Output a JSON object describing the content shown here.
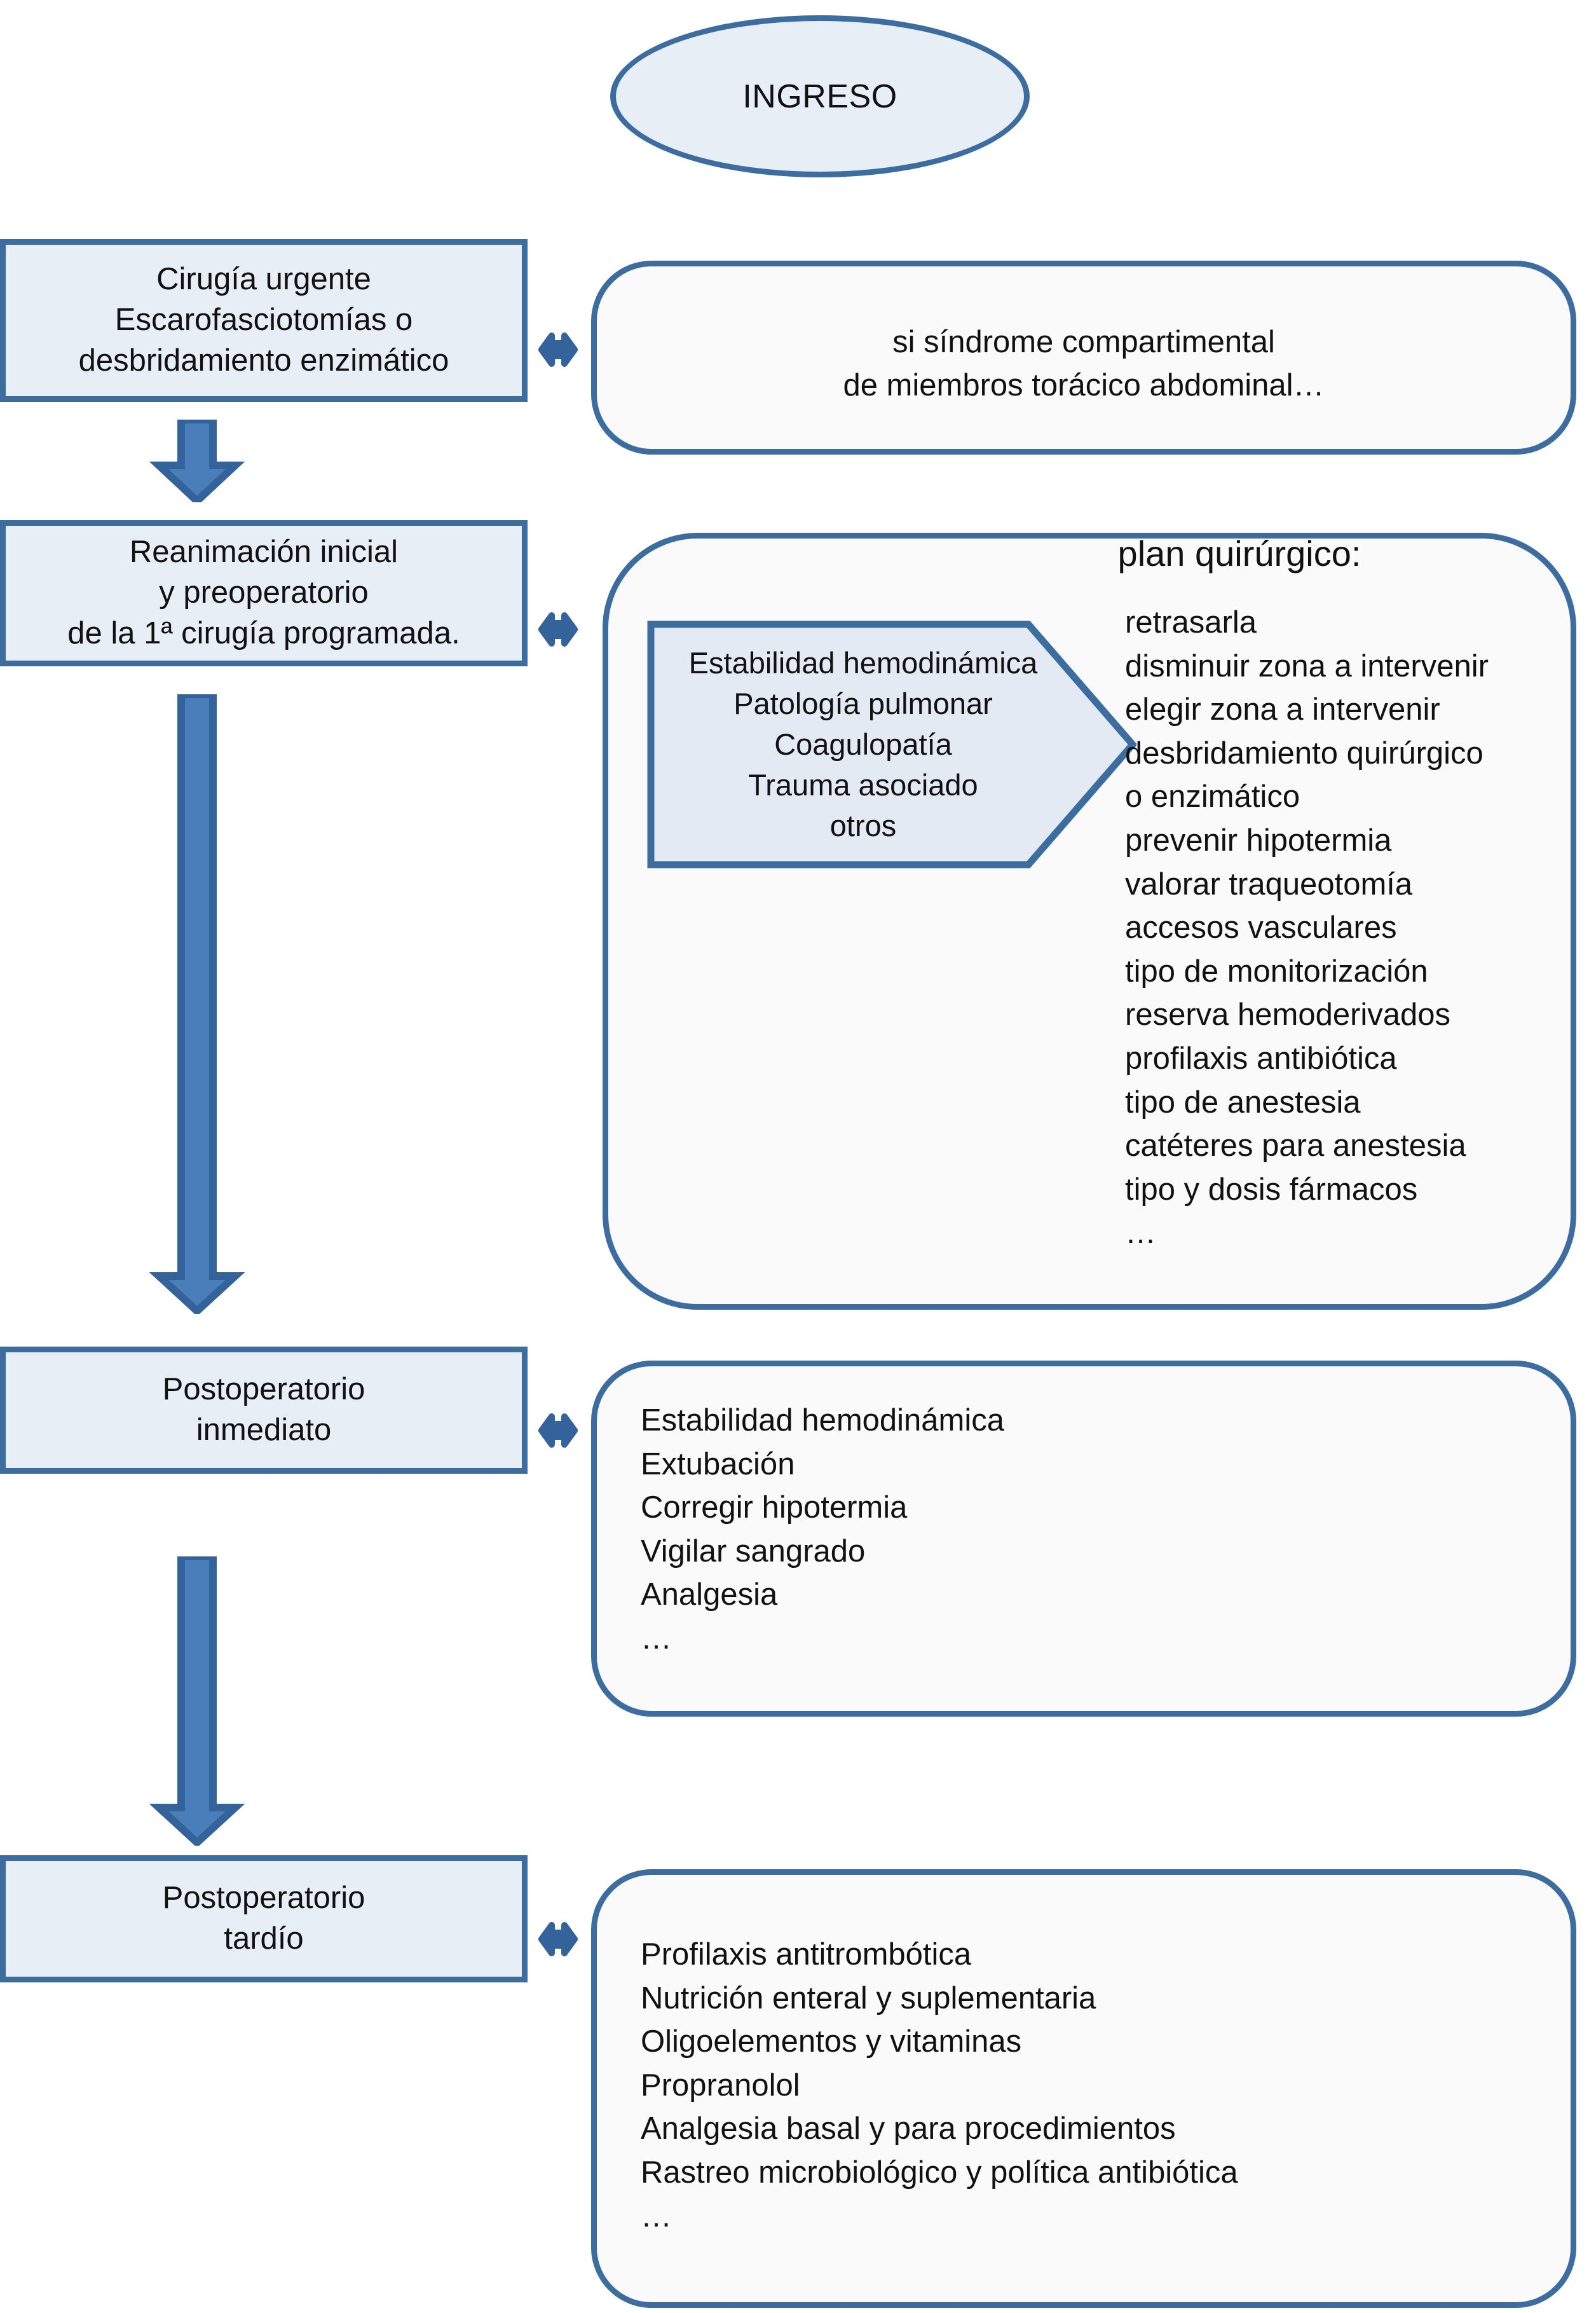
{
  "diagram": {
    "title_node": {
      "label": "INGRESO"
    },
    "colors": {
      "node_fill": "#e8eef6",
      "node_border": "#3c6d9e",
      "detail_fill": "#fafafa",
      "arrow_fill": "#4a7ebb",
      "arrow_outline": "#33639a",
      "chevron_fill": "#e3eaf3",
      "text": "#111111"
    },
    "stages": [
      {
        "id": "cirugia-urgente",
        "label": "Cirugía urgente\nEscarofasciotomías o\ndesbridamiento enzimático",
        "detail": "si síndrome compartimental\nde miembros torácico abdominal…"
      },
      {
        "id": "reanimacion-inicial",
        "label": "Reanimación inicial\ny preoperatorio\nde la 1ª cirugía programada.",
        "detail_title": "plan quirúrgico:",
        "chevron": "Estabilidad hemodinámica\nPatología pulmonar\nCoagulopatía\nTrauma asociado\notros",
        "detail_items": [
          "retrasarla",
          "disminuir zona a intervenir",
          "elegir zona a intervenir",
          "desbridamiento quirúrgico",
          "o enzimático",
          "prevenir hipotermia",
          "valorar traqueotomía",
          "accesos vasculares",
          "tipo de monitorización",
          "reserva hemoderivados",
          "profilaxis antibiótica",
          "tipo de anestesia",
          "catéteres para anestesia",
          "tipo y dosis fármacos",
          "…"
        ]
      },
      {
        "id": "postoperatorio-inmediato",
        "label": "Postoperatorio\ninmediato",
        "detail_items": [
          "Estabilidad hemodinámica",
          "Extubación",
          "Corregir hipotermia",
          "Vigilar sangrado",
          "Analgesia",
          "…"
        ]
      },
      {
        "id": "postoperatorio-tardio",
        "label": "Postoperatorio\ntardío",
        "detail_items": [
          "Profilaxis antitrombótica",
          "Nutrición enteral y suplementaria",
          "Oligoelementos y vitaminas",
          "Propranolol",
          "Analgesia basal  y para procedimientos",
          "Rastreo microbiológico y política antibiótica",
          "…"
        ]
      }
    ],
    "joined": {
      "plan_list": "retrasarla\ndisminuir zona a intervenir\nelegir zona a intervenir\ndesbridamiento quirúrgico\no enzimático\nprevenir hipotermia\nvalorar traqueotomía\naccesos vasculares\ntipo de monitorización\nreserva hemoderivados\nprofilaxis antibiótica\ntipo de anestesia\ncatéteres para anestesia\ntipo y dosis fármacos\n…",
      "postop_inmediato_list": "Estabilidad hemodinámica\nExtubación\nCorregir hipotermia\nVigilar sangrado\nAnalgesia\n…",
      "postop_tardio_list": "Profilaxis antitrombótica\nNutrición enteral y suplementaria\nOligoelementos y vitaminas\nPropranolol\nAnalgesia basal  y para procedimientos\nRastreo microbiológico y política antibiótica\n…"
    }
  }
}
